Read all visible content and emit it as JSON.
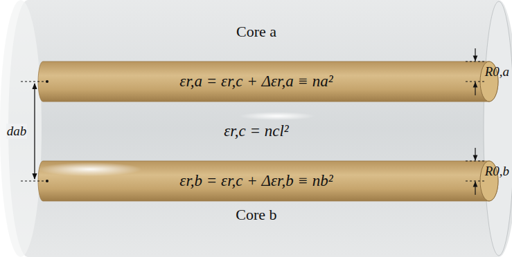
{
  "diagram": {
    "nodes": [
      {
        "text": [
          "εr,c = ncl²"
        ]
      },
      {
        "text": [
          "Core a",
          "εr,a = εr,c + Δεr,a ≡ na²"
        ],
        "in": 0
      },
      {
        "text": [
          "εr,b = εr,c + Δεr,b ≡ nb²",
          "Core b"
        ],
        "in": 0
      }
    ],
    "labels": [
      "dab",
      "R0,a",
      "R0,b"
    ]
  }
}
